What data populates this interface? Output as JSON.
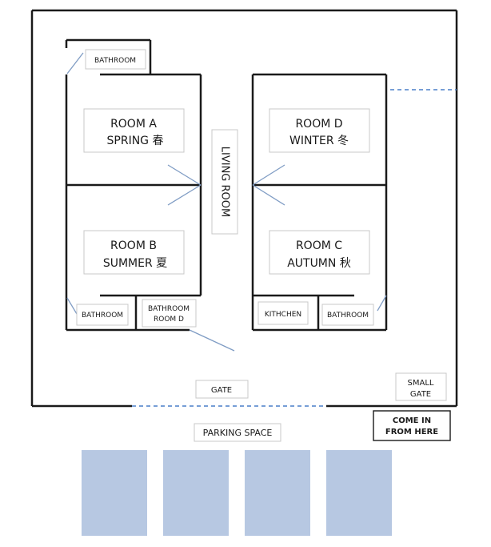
{
  "rooms": {
    "a": {
      "name": "ROOM A",
      "season": "SPRING 春"
    },
    "b": {
      "name": "ROOM B",
      "season": "SUMMER 夏"
    },
    "c": {
      "name": "ROOM C",
      "season": "AUTUMN 秋"
    },
    "d": {
      "name": "ROOM D",
      "season": "WINTER 冬"
    }
  },
  "bathroom_top": "BATHROOM",
  "bathroom_bottom_left": "BATHROOM",
  "bathroom_room_d": {
    "line1": "BATHROOM",
    "line2": "ROOM D"
  },
  "kitchen": "KITHCHEN",
  "bathroom_bottom_right": "BATHROOM",
  "living_room": "LIVING ROOM",
  "gate": "GATE",
  "small_gate": {
    "line1": "SMALL",
    "line2": "GATE"
  },
  "come_in": {
    "line1": "COME IN",
    "line2": "FROM HERE"
  },
  "parking": {
    "label": "PARKING SPACE",
    "spaces": 4
  },
  "colors": {
    "wall": "#1a1a1a",
    "door": "#7f9cc4",
    "dashed": "#4a7fc8",
    "parking": "#b7c8e2",
    "label_border": "#c8c8c8"
  }
}
